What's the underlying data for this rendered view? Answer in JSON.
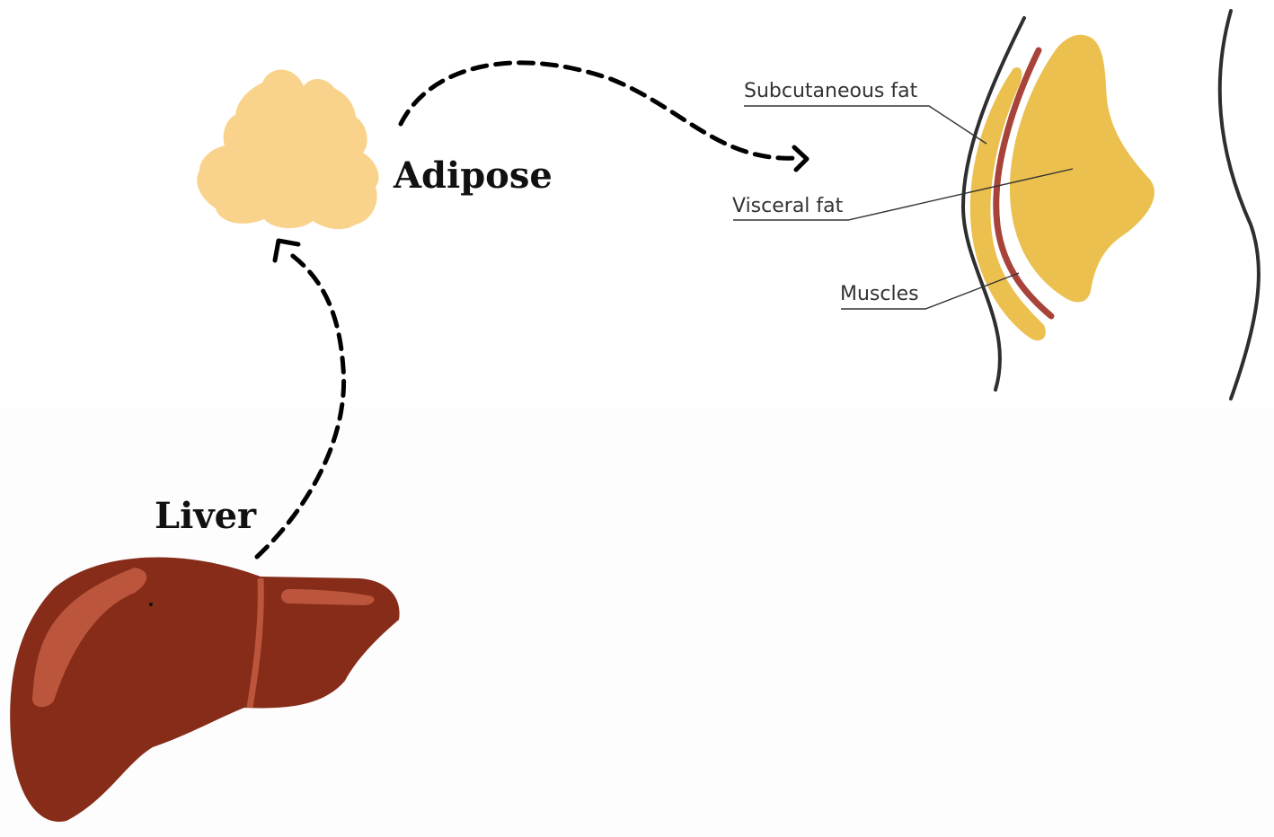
{
  "organs": {
    "adipose_label": "Adipose",
    "liver_label": "Liver"
  },
  "cross_section": {
    "subcutaneous_label": "Subcutaneous fat",
    "visceral_label": "Visceral fat",
    "muscles_label": "Muscles"
  },
  "colors": {
    "adipose_fill": "#f9d38b",
    "fat_fill": "#ebc04f",
    "muscle_stroke": "#a8433a",
    "liver_fill": "#862c19",
    "liver_highlight": "#bb563d",
    "arrow": "#000000"
  }
}
